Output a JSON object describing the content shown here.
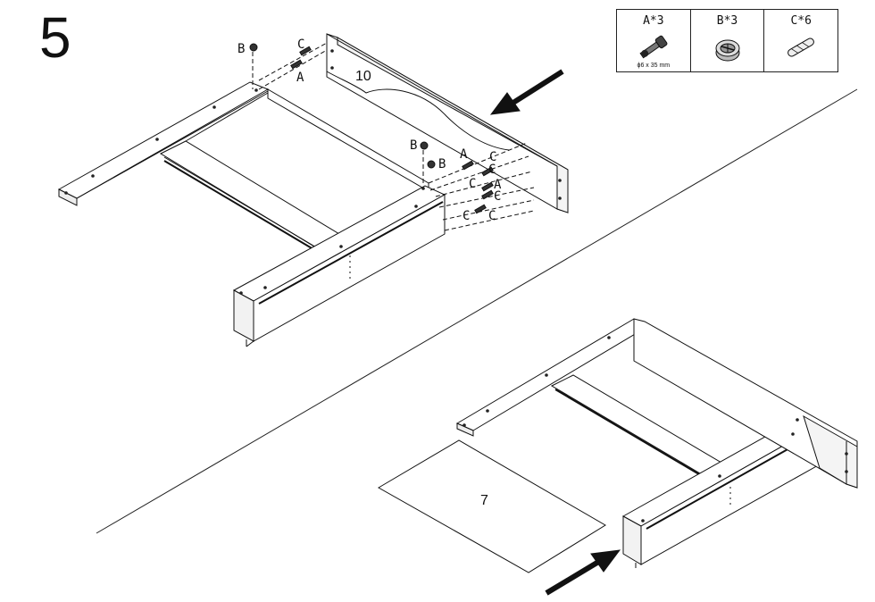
{
  "step_number": "5",
  "parts": [
    {
      "label": "A*3",
      "note": "ϕ6 x 35 mm",
      "icon": "cam-bolt-icon"
    },
    {
      "label": "B*3",
      "note": "",
      "icon": "cam-lock-icon"
    },
    {
      "label": "C*6",
      "note": "",
      "icon": "wooden-dowel-icon"
    }
  ],
  "panels": {
    "side_panel": "10",
    "back_board": "7"
  },
  "callouts": {
    "a": "A",
    "b": "B",
    "c": "C"
  }
}
